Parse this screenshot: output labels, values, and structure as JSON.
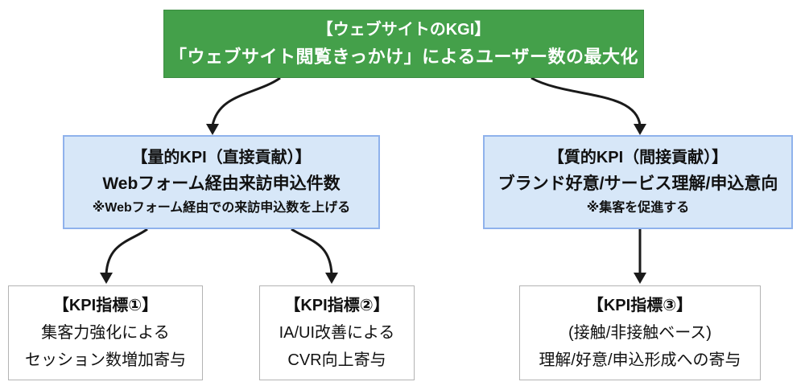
{
  "diagram": {
    "type": "kpi-tree-flowchart",
    "nodes": {
      "kgi": {
        "title": "【ウェブサイトのKGI】",
        "body": "「ウェブサイト閲覧きっかけ」によるユーザー数の最大化"
      },
      "kpi_quant": {
        "title": "【量的KPI（直接貢献）】",
        "body": "Webフォーム経由来訪申込件数",
        "note": "※Webフォーム経由での来訪申込数を上げる"
      },
      "kpi_qual": {
        "title": "【質的KPI（間接貢献）】",
        "body": "ブランド好意/サービス理解/申込意向",
        "note": "※集客を促進する"
      },
      "kpi1": {
        "title": "【KPI指標①】",
        "line1": "集客力強化による",
        "line2": "セッション数増加寄与"
      },
      "kpi2": {
        "title": "【KPI指標②】",
        "line1": "IA/UI改善による",
        "line2": "CVR向上寄与"
      },
      "kpi3": {
        "title": "【KPI指標③】",
        "line1": "(接触/非接触ベース)",
        "line2": "理解/好意/申込形成への寄与"
      }
    },
    "edges": [
      {
        "from": "kgi",
        "to": "kpi_quant"
      },
      {
        "from": "kgi",
        "to": "kpi_qual"
      },
      {
        "from": "kpi_quant",
        "to": "kpi1"
      },
      {
        "from": "kpi_quant",
        "to": "kpi2"
      },
      {
        "from": "kpi_qual",
        "to": "kpi3"
      }
    ],
    "colors": {
      "kgi_fill": "#44a04a",
      "kgi_border": "#3b8c41",
      "kgi_text": "#ffffff",
      "kpi_fill": "#d7e7f8",
      "kpi_border": "#8fb2ec",
      "leaf_fill": "#ffffff",
      "leaf_border": "#b3b3b3",
      "text": "#111111",
      "arrow": "#1a1a1a",
      "bg": "#ffffff"
    }
  }
}
